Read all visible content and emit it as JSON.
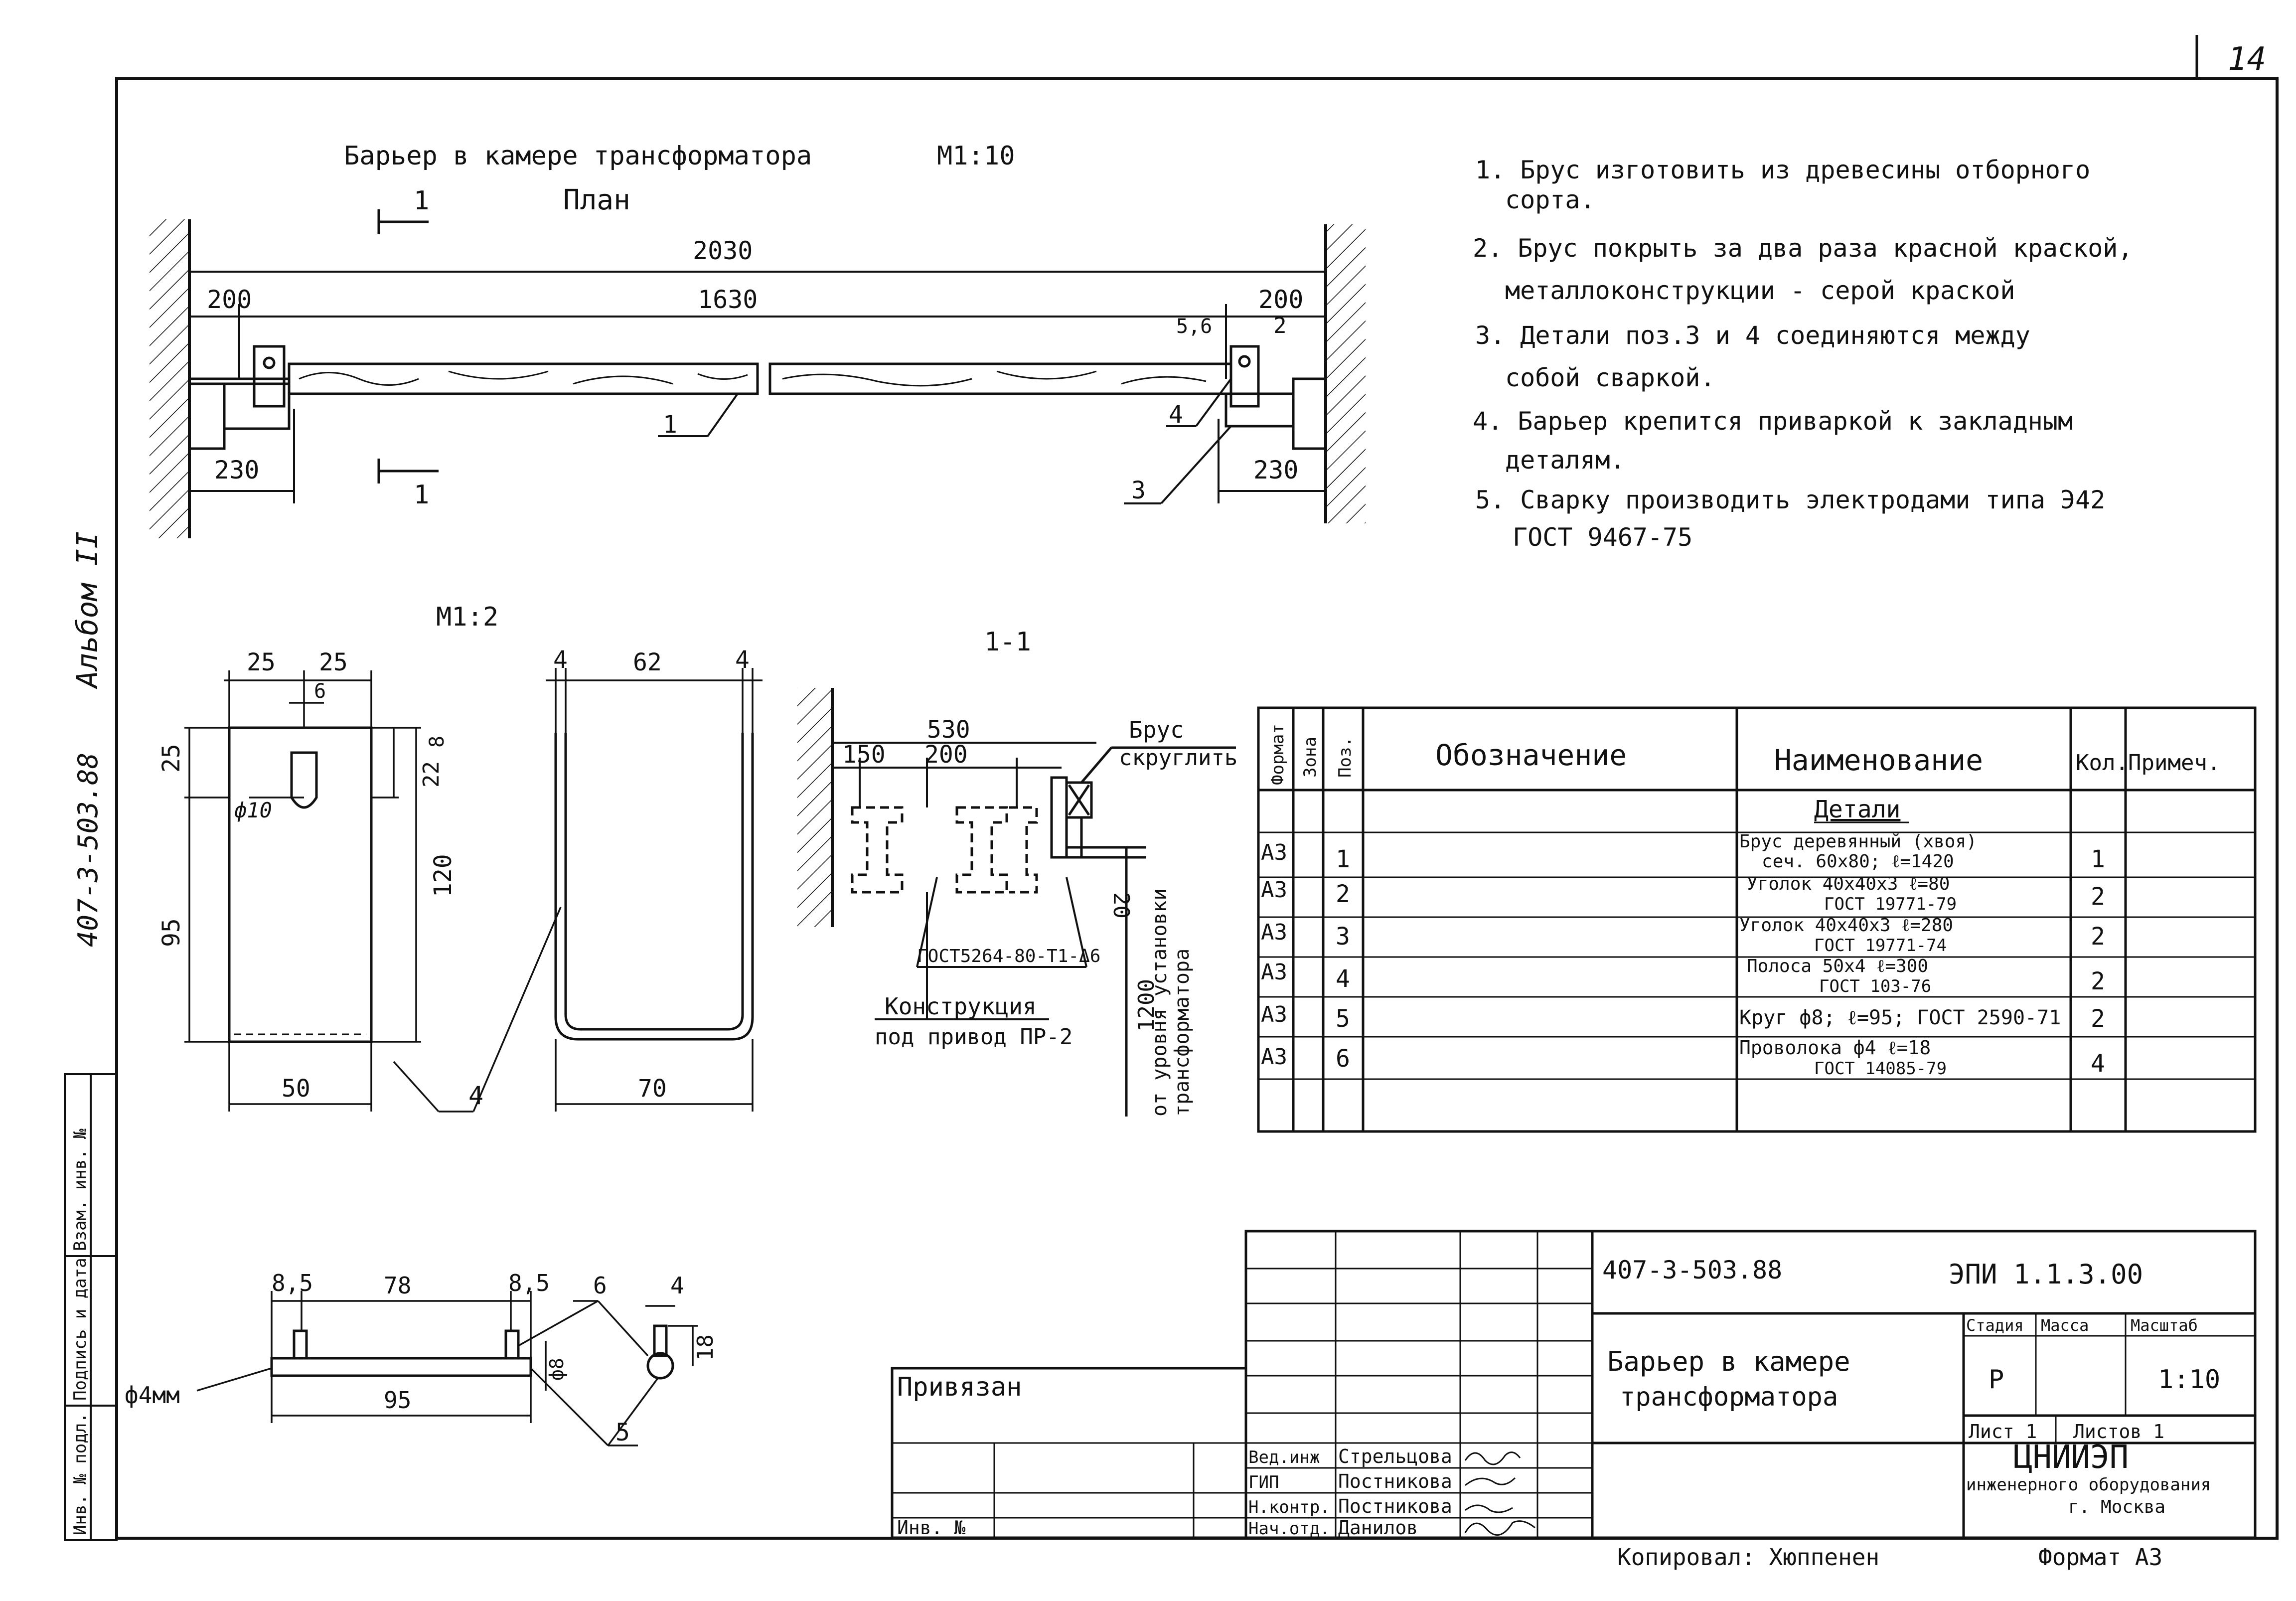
{
  "page_number": "14",
  "album_label": "Альбом II",
  "side_code": "407-3-503.88",
  "side_columns": [
    "Инв. № подл.",
    "Подпись и дата",
    "Взам. инв. №"
  ],
  "plan": {
    "title": "Барьер в камере трансформатора",
    "scale": "М1:10",
    "subtitle": "План",
    "section_mark": "1",
    "dims": {
      "overall": "2030",
      "left_offset": "200",
      "inner": "1630",
      "right_offset": "200",
      "left_plate": "230",
      "right_plate": "230",
      "right_small": "2",
      "right_pos": "5,6"
    },
    "callouts": [
      "1",
      "4",
      "3"
    ]
  },
  "notes": [
    "1. Брус изготовить из древесины отборного сорта.",
    "2. Брус покрыть за два раза красной краской, металлоконструкции - серой краской",
    "3. Детали поз.3 и 4 соединяются между собой сваркой.",
    "4. Барьер крепится приваркой к закладным деталям.",
    "5. Сварку производить электродами типа Э42 ГОСТ 9467-75"
  ],
  "detail_m12": {
    "scale": "М1:2",
    "plate_dims": {
      "top_a": "25",
      "top_b": "25",
      "slot": "6",
      "left_upper": "25",
      "hole": "ф10",
      "right_upper_a": "8",
      "right_upper_b": "22",
      "height": "120",
      "left_lower": "95",
      "width": "50"
    },
    "ubend_dims": {
      "left": "4",
      "mid": "62",
      "right": "4",
      "bottom": "70"
    },
    "callout": "4"
  },
  "section": {
    "title": "1-1",
    "dims": {
      "total": "530",
      "a": "150",
      "b": "200",
      "gap": "20",
      "height": "1200"
    },
    "label_wood_line1": "Брус",
    "label_wood_line2": "скруглить",
    "gost": "ГОСТ5264-80-Т1-Δ6",
    "construction_line1": "Конструкция",
    "construction_line2": "под привод ПР-2",
    "vertical_line1": "от уровня установки",
    "vertical_line2": "трансформатора"
  },
  "pin_detail": {
    "dims": {
      "a": "8,5",
      "b": "78",
      "c": "8,5",
      "d": "6",
      "e": "4",
      "f": "ф8",
      "g": "18",
      "length": "95"
    },
    "wire": "ф4мм",
    "callout": "5"
  },
  "spec_table": {
    "headers": [
      "Формат",
      "Зона",
      "Поз.",
      "Обозначение",
      "Наименование",
      "Кол.",
      "Примеч."
    ],
    "section_title": "Детали",
    "rows": [
      {
        "format": "А3",
        "pos": "1",
        "name_l1": "Брус деревянный (хвоя)",
        "name_l2": "сеч. 60х80; ℓ=1420",
        "qty": "1"
      },
      {
        "format": "А3",
        "pos": "2",
        "name_l1": "Уголок 40х40х3   ℓ=80",
        "name_l2": "ГОСТ 19771-79",
        "qty": "2"
      },
      {
        "format": "А3",
        "pos": "3",
        "name_l1": "Уголок 40х40х3   ℓ=280",
        "name_l2": "ГОСТ 19771-74",
        "qty": "2"
      },
      {
        "format": "А3",
        "pos": "4",
        "name_l1": "Полоса 50х4     ℓ=300",
        "name_l2": "ГОСТ 103-76",
        "qty": "2"
      },
      {
        "format": "А3",
        "pos": "5",
        "name_l1": "Круг ф8; ℓ=95; ГОСТ 2590-71",
        "name_l2": "",
        "qty": "2"
      },
      {
        "format": "А3",
        "pos": "6",
        "name_l1": "Проволока ф4   ℓ=18",
        "name_l2": "ГОСТ 14085-79",
        "qty": "4"
      }
    ]
  },
  "title_block": {
    "project_code": "407-3-503.88",
    "doc_code": "ЭПИ 1.1.3.00",
    "name_line1": "Барьер в камере",
    "name_line2": "трансформатора",
    "stage_label": "Стадия",
    "mass_label": "Масса",
    "scale_label": "Масштаб",
    "stage": "Р",
    "scale": "1:10",
    "sheet": "Лист 1",
    "sheets": "Листов 1",
    "org_line1": "ЦНИИЭП",
    "org_line2": "инженерного оборудования",
    "org_line3": "г. Москва",
    "bound": "Привязан",
    "inv": "Инв. №",
    "people": [
      {
        "role": "Вед.инж",
        "name": "Стрельцова"
      },
      {
        "role": "ГИП",
        "name": "Постникова"
      },
      {
        "role": "Н.контр.",
        "name": "Постникова"
      },
      {
        "role": "Нач.отд.",
        "name": "Данилов"
      }
    ],
    "copied": "Копировал: Хюппенен",
    "format": "Формат А3"
  }
}
